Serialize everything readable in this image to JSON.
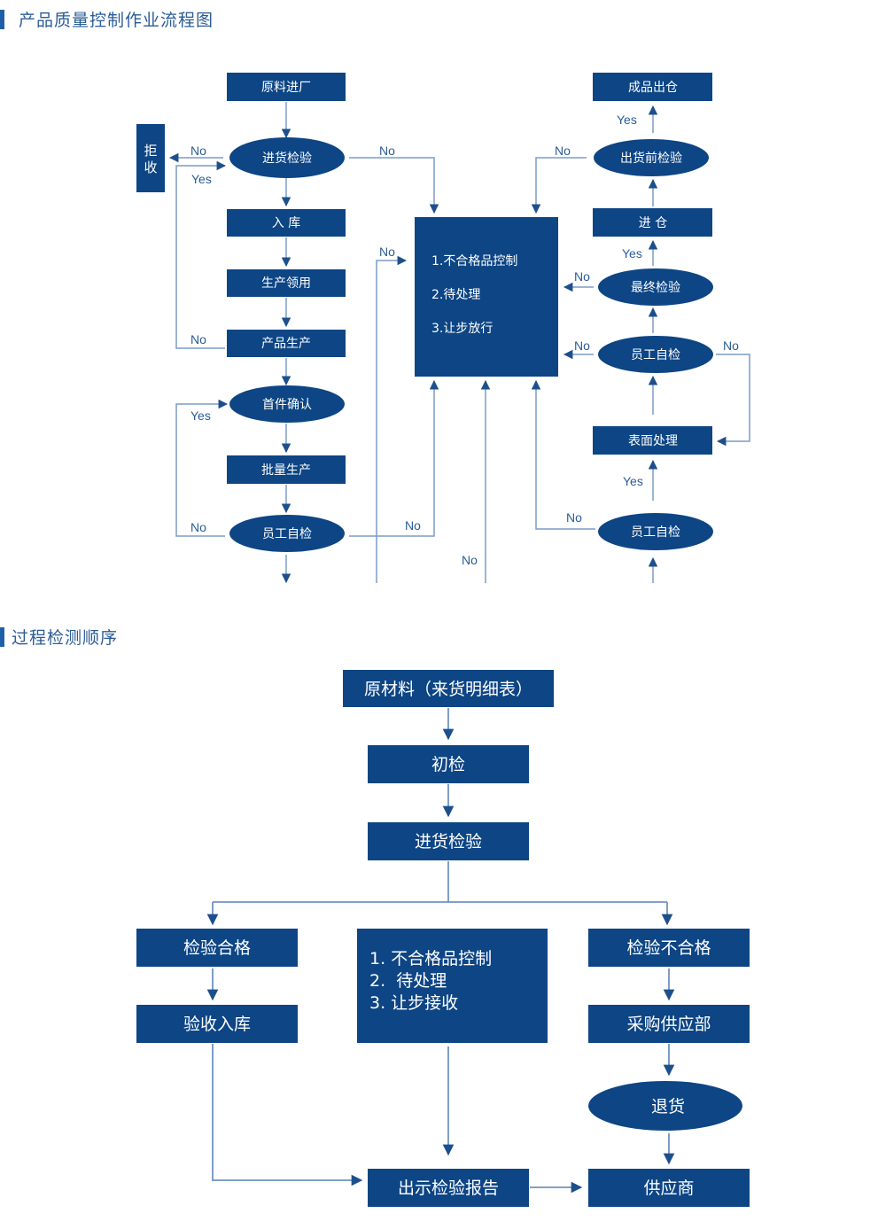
{
  "colors": {
    "node_fill": "#0d4585",
    "line": "#7a9cc6",
    "arrow": "#1d4f8c",
    "label_text": "#2a5c96",
    "title_bar": "#1f5fa8"
  },
  "section1": {
    "title": "产品质量控制作业流程图",
    "nodes": {
      "raw_in": "原料进厂",
      "incoming_inspect": "进货检验",
      "reject_1": "拒",
      "reject_2": "收",
      "warehouse_in": "入 库",
      "production_pick": "生产领用",
      "product_production": "产品生产",
      "first_confirm": "首件确认",
      "batch_production": "批量生产",
      "self_check_left": "员工自检",
      "nc_line1": "1.不合格品控制",
      "nc_line2": "2.待处理",
      "nc_line3": "3.让步放行",
      "finished_out": "成品出仓",
      "pre_ship_inspect": "出货前检验",
      "into_warehouse": "进 仓",
      "final_inspect": "最终检验",
      "self_check_right_top": "员工自检",
      "surface_treatment": "表面处理",
      "self_check_right_bottom": "员工自检"
    },
    "labels": {
      "no_reject": "No",
      "yes_reject": "Yes",
      "no_incoming_right": "No",
      "no_product": "No",
      "yes_first": "Yes",
      "no_selfcheck_left": "No",
      "no_selfcheck_to_nc": "No",
      "no_into_nc_left": "No",
      "no_bottom_center": "No",
      "no_preship": "No",
      "yes_preship": "Yes",
      "yes_final": "Yes",
      "no_final": "No",
      "no_selfcheck_rt_left": "No",
      "no_selfcheck_rt_right": "No",
      "yes_surface": "Yes",
      "no_selfcheck_rb": "No"
    }
  },
  "section2": {
    "title": "过程检测顺序",
    "nodes": {
      "raw_material": "原材料（来货明细表）",
      "initial_check": "初检",
      "incoming_inspect": "进货检验",
      "pass": "检验合格",
      "accept_store": "验收入库",
      "nc_line1": "1. 不合格品控制",
      "nc_line2": "2.  待处理",
      "nc_line3": "3. 让步接收",
      "fail": "检验不合格",
      "purchasing": "采购供应部",
      "return_goods": "退货",
      "show_report": "出示检验报告",
      "supplier": "供应商"
    }
  }
}
